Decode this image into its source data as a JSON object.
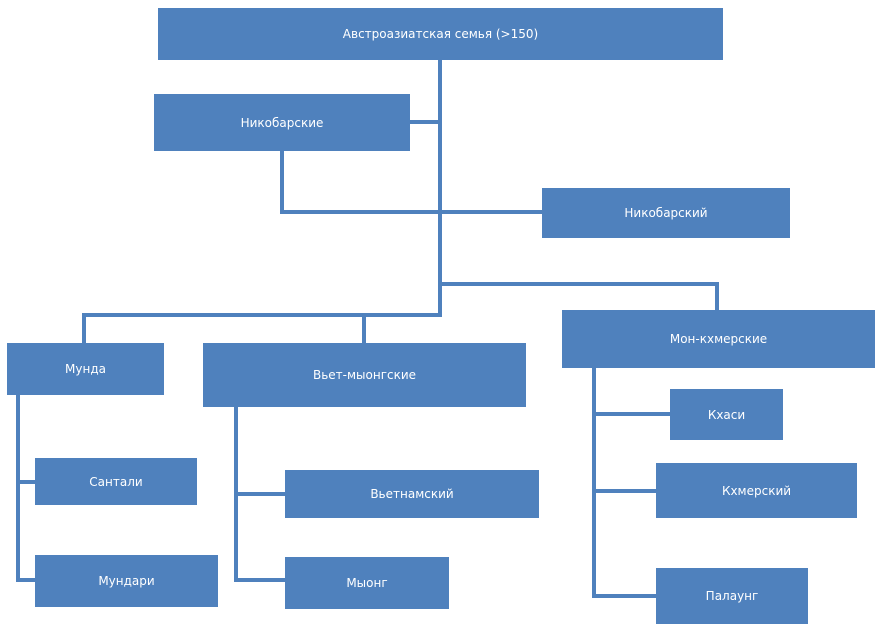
{
  "colors": {
    "node_fill": "#4f81bd",
    "node_text": "#ffffff",
    "connector": "#4f81bd",
    "background": "#ffffff"
  },
  "root": {
    "label": "Австроазиатская семья (>150)"
  },
  "branches": {
    "nicobarese": {
      "label": "Никобарские",
      "languages": [
        "Никобарский"
      ]
    },
    "munda": {
      "label": "Мунда",
      "languages": [
        "Сантали",
        "Мундари"
      ]
    },
    "viet_muong": {
      "label": "Вьет-мыонгские",
      "languages": [
        "Вьетнамский",
        "Мыонг"
      ]
    },
    "mon_khmer": {
      "label": "Мон-кхмерские",
      "languages": [
        "Кхаси",
        "Кхмерский",
        "Палаунг"
      ]
    }
  }
}
